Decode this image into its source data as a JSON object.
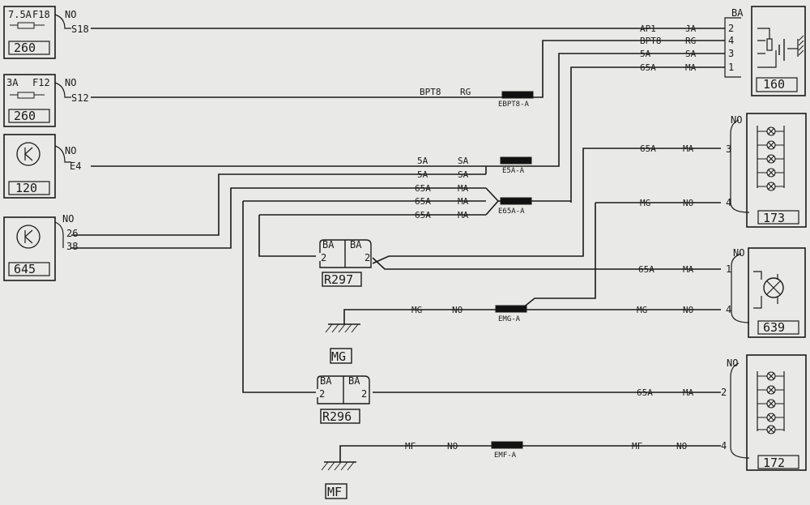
{
  "components": {
    "c260a": {
      "rating": "7.5A",
      "fuse": "F18",
      "ground": "NO",
      "pin": "S18",
      "id": "260"
    },
    "c260b": {
      "rating": "3A",
      "fuse": "F12",
      "ground": "NO",
      "pin": "S12",
      "id": "260"
    },
    "c120": {
      "ground": "NO",
      "pin": "E4",
      "id": "120"
    },
    "c645": {
      "ground": "NO",
      "pin1": "26",
      "pin2": "38",
      "id": "645"
    },
    "c160": {
      "conn": "BA",
      "pins": [
        "2",
        "4",
        "3",
        "1"
      ],
      "id": "160"
    },
    "c173": {
      "ground": "NO",
      "pin_a": "3",
      "pin_b": "4",
      "id": "173"
    },
    "c639": {
      "ground": "NO",
      "pin_a": "1",
      "pin_b": "4",
      "id": "639"
    },
    "c172": {
      "ground": "NO",
      "pin_a": "2",
      "pin_b": "4",
      "id": "172"
    }
  },
  "relays": {
    "r297": {
      "left": "BA",
      "right": "BA",
      "pin_l": "2",
      "pin_r": "2",
      "id": "R297"
    },
    "r296": {
      "left": "BA",
      "right": "BA",
      "pin_l": "2",
      "pin_r": "2",
      "id": "R296"
    }
  },
  "grounds": {
    "mg": "MG",
    "mf": "MF"
  },
  "connectors": {
    "ebpt8": "EBPT8-A",
    "e5a": "E5A-A",
    "e65a": "E65A-A",
    "emg": "EMG-A",
    "emf": "EMF-A"
  },
  "wires": {
    "ap1": "AP1",
    "ja": "JA",
    "bpt8_top": "BPT8",
    "rg_top": "RG",
    "w5a_top": "5A",
    "sa_top": "SA",
    "w65a_top": "65A",
    "ma_top": "MA",
    "bpt8_mid": "BPT8",
    "rg_mid": "RG",
    "w5a_1": "5A",
    "sa_1": "SA",
    "w5a_2": "5A",
    "sa_2": "SA",
    "w65a_1": "65A",
    "ma_1": "MA",
    "w65a_2": "65A",
    "ma_2": "MA",
    "w65a_3": "65A",
    "ma_3": "MA",
    "w65a_173": "65A",
    "ma_173": "MA",
    "mg_173": "MG",
    "no_173": "NO",
    "w65a_639": "65A",
    "ma_639": "MA",
    "mg_gnd": "MG",
    "no_gnd": "NO",
    "mg_639": "MG",
    "no_639": "NO",
    "w65a_172": "65A",
    "ma_172": "MA",
    "mf_gnd": "MF",
    "no_mfg": "NO",
    "mf_172": "MF",
    "no_172": "NO"
  }
}
